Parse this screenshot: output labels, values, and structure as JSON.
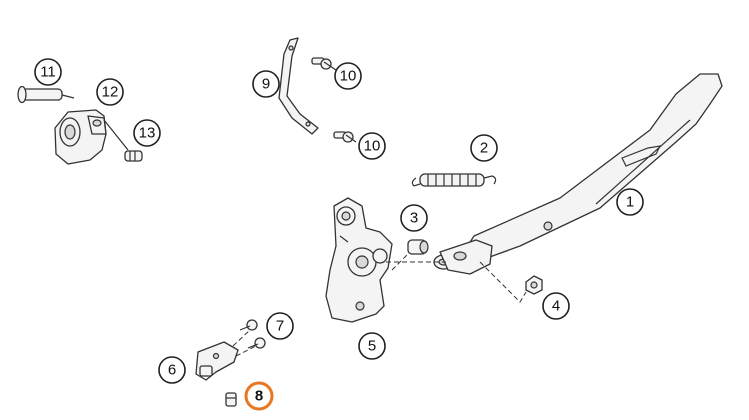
{
  "diagram": {
    "highlight_color": "#e87722",
    "callouts": [
      {
        "id": "1",
        "label": "1"
      },
      {
        "id": "2",
        "label": "2"
      },
      {
        "id": "3",
        "label": "3"
      },
      {
        "id": "4",
        "label": "4"
      },
      {
        "id": "5",
        "label": "5"
      },
      {
        "id": "6",
        "label": "6"
      },
      {
        "id": "7",
        "label": "7"
      },
      {
        "id": "8",
        "label": "8",
        "highlighted": true
      },
      {
        "id": "9",
        "label": "9"
      },
      {
        "id": "10a",
        "label": "10"
      },
      {
        "id": "10b",
        "label": "10"
      },
      {
        "id": "11",
        "label": "11"
      },
      {
        "id": "12",
        "label": "12"
      },
      {
        "id": "13",
        "label": "13"
      }
    ]
  }
}
